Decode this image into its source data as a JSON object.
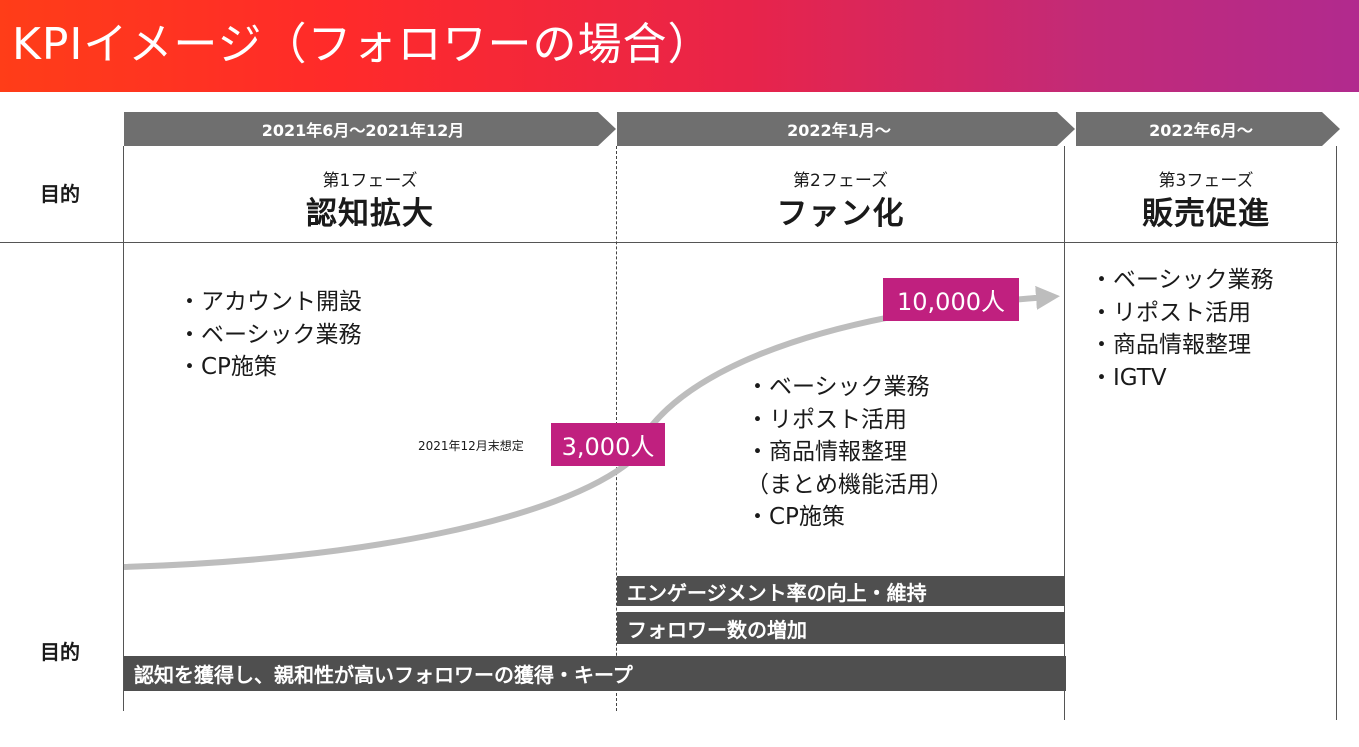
{
  "title": "KPIイメージ（フォロワーの場合）",
  "timeline": [
    {
      "label": "2021年6月〜2021年12月"
    },
    {
      "label": "2022年1月〜"
    },
    {
      "label": "2022年6月〜"
    }
  ],
  "row_labels": {
    "top": "目的",
    "bottom": "目的"
  },
  "phases": [
    {
      "sub": "第1フェーズ",
      "main": "認知拡大"
    },
    {
      "sub": "第2フェーズ",
      "main": "ファン化"
    },
    {
      "sub": "第3フェーズ",
      "main": "販売促進"
    }
  ],
  "lists": {
    "phase1": [
      "・アカウント開設",
      "・ベーシック業務",
      "・CP施策"
    ],
    "phase2": [
      "・ベーシック業務",
      "・リポスト活用",
      "・商品情報整理",
      "（まとめ機能活用）",
      "・CP施策"
    ],
    "phase3": [
      "・ベーシック業務",
      "・リポスト活用",
      "・商品情報整理",
      "・IGTV"
    ]
  },
  "milestones": {
    "m1": {
      "note": "2021年12月末想定",
      "value": "3,000人"
    },
    "m2": {
      "value": "10,000人"
    }
  },
  "goal_bars": [
    {
      "label": "エンゲージメント率の向上・維持"
    },
    {
      "label": "フォロワー数の増加"
    },
    {
      "label": "認知を獲得し、親和性が高いフォロワーの獲得・キープ"
    }
  ],
  "colors": {
    "accent": "#c0207f",
    "arrow": "#6f6f6f",
    "bar": "#4f4f4f",
    "curve": "#bdbdbd"
  }
}
